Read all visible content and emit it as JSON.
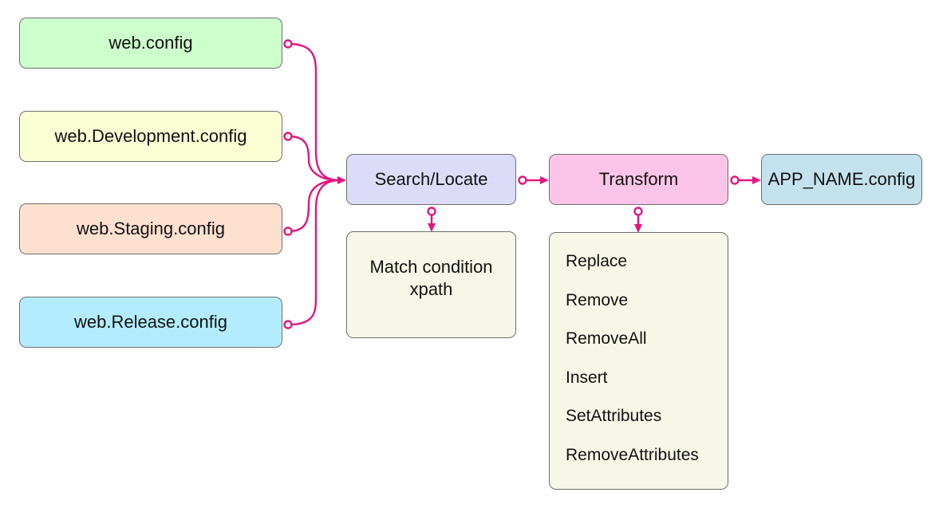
{
  "sources": {
    "web_config": "web.config",
    "development": "web.Development.config",
    "staging": "web.Staging.config",
    "release": "web.Release.config"
  },
  "search": {
    "label": "Search/Locate"
  },
  "match": {
    "line1": "Match condition",
    "line2": "xpath"
  },
  "transform": {
    "label": "Transform",
    "operations": [
      "Replace",
      "Remove",
      "RemoveAll",
      "Insert",
      "SetAttributes",
      "RemoveAttributes"
    ]
  },
  "output": {
    "label": "APP_NAME.config"
  },
  "colors": {
    "connector": "#e5157f",
    "web_config": "#ccffcc",
    "development": "#fbffd4",
    "staging": "#fee0d0",
    "release": "#b3edfd",
    "search": "#dcdcf8",
    "transform": "#fcc4e8",
    "output": "#c4e2ee",
    "detail": "#f6f7e6"
  }
}
